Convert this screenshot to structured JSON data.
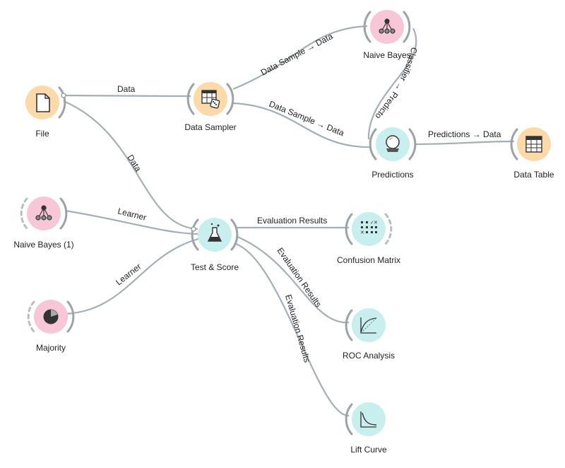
{
  "colors": {
    "data": "#fcd9a8",
    "model": "#f7c7d8",
    "evaluate": "#c8eeee",
    "edge": "#a4aeb4"
  },
  "nodes": {
    "file": {
      "label": "File",
      "icon": "file-icon",
      "category": "data"
    },
    "data_sampler": {
      "label": "Data Sampler",
      "icon": "data-sampler-icon",
      "category": "data"
    },
    "naive_bayes": {
      "label": "Naive Bayes",
      "icon": "naive-bayes-icon",
      "category": "model"
    },
    "predictions": {
      "label": "Predictions",
      "icon": "crystal-ball-icon",
      "category": "evaluate"
    },
    "data_table": {
      "label": "Data Table",
      "icon": "table-icon",
      "category": "data"
    },
    "naive_bayes_1": {
      "label": "Naive Bayes (1)",
      "icon": "naive-bayes-icon",
      "category": "model"
    },
    "majority": {
      "label": "Majority",
      "icon": "pie-icon",
      "category": "model"
    },
    "test_score": {
      "label": "Test & Score",
      "icon": "flask-icon",
      "category": "evaluate"
    },
    "confusion_matrix": {
      "label": "Confusion Matrix",
      "icon": "confusion-matrix-icon",
      "category": "evaluate"
    },
    "roc_analysis": {
      "label": "ROC Analysis",
      "icon": "roc-curve-icon",
      "category": "evaluate"
    },
    "lift_curve": {
      "label": "Lift Curve",
      "icon": "lift-curve-icon",
      "category": "evaluate"
    }
  },
  "links": {
    "file_to_sampler": "Data",
    "sampler_to_nb": "Data Sample → Data",
    "nb_to_predictions": "Classifier → Predictors",
    "sampler_to_predictions": "Data Sample → Data",
    "predictions_to_table": "Predictions → Data",
    "file_to_test": "Data",
    "nb1_to_test": "Learner",
    "majority_to_test": "Learner",
    "test_to_confusion": "Evaluation Results",
    "test_to_roc": "Evaluation Results",
    "test_to_lift": "Evaluation Results"
  }
}
